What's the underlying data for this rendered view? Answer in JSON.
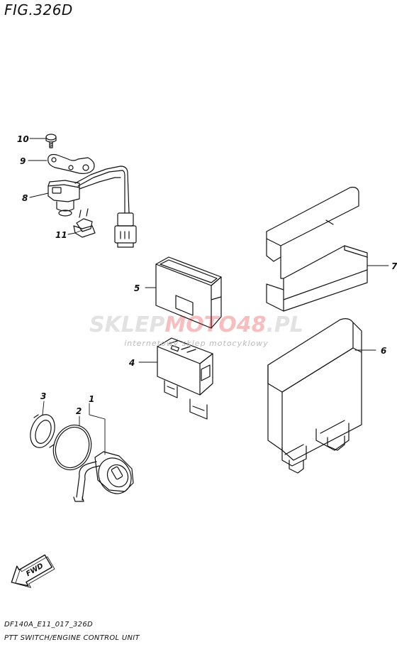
{
  "figure": {
    "title": "FIG.326D",
    "code": "DF140A_E11_017_326D",
    "caption": "PTT SWITCH/ENGINE CONTROL UNIT"
  },
  "callouts": [
    {
      "id": "c1",
      "label": "1"
    },
    {
      "id": "c2",
      "label": "2"
    },
    {
      "id": "c3",
      "label": "3"
    },
    {
      "id": "c4",
      "label": "4"
    },
    {
      "id": "c5",
      "label": "5"
    },
    {
      "id": "c6",
      "label": "6"
    },
    {
      "id": "c7",
      "label": "7"
    },
    {
      "id": "c8",
      "label": "8"
    },
    {
      "id": "c9",
      "label": "9"
    },
    {
      "id": "c10",
      "label": "10"
    },
    {
      "id": "c11",
      "label": "11"
    }
  ],
  "direction_badge": "FWD",
  "watermark": {
    "part1": "SKLEP",
    "part2": "MOTO",
    "part3": "48",
    "part4": ".PL",
    "tagline": "internetowy sklep motocyklowy",
    "gray": "#9a9a9a",
    "red": "#e01b1b"
  }
}
